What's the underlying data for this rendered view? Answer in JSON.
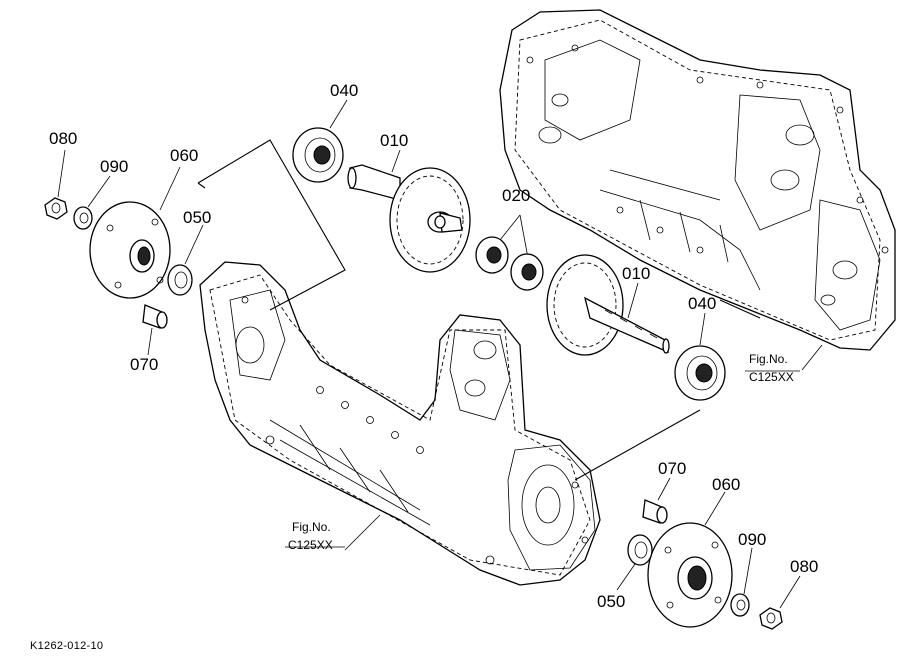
{
  "labels": {
    "p040_top": "040",
    "p010_top": "010",
    "p080_left": "080",
    "p090_left": "090",
    "p060_left": "060",
    "p050_left": "050",
    "p020": "020",
    "p070_left": "070",
    "p010_mid": "010",
    "p040_mid": "040",
    "p070_right": "070",
    "p060_right": "060",
    "p090_right": "090",
    "p080_right": "080",
    "p050_right": "050"
  },
  "figure_refs": {
    "right": {
      "line1": "Fig.No.",
      "line2": "C125XX"
    },
    "left": {
      "line1": "Fig.No.",
      "line2": "C125XX"
    }
  },
  "diagram_code": "K1262-012-10"
}
